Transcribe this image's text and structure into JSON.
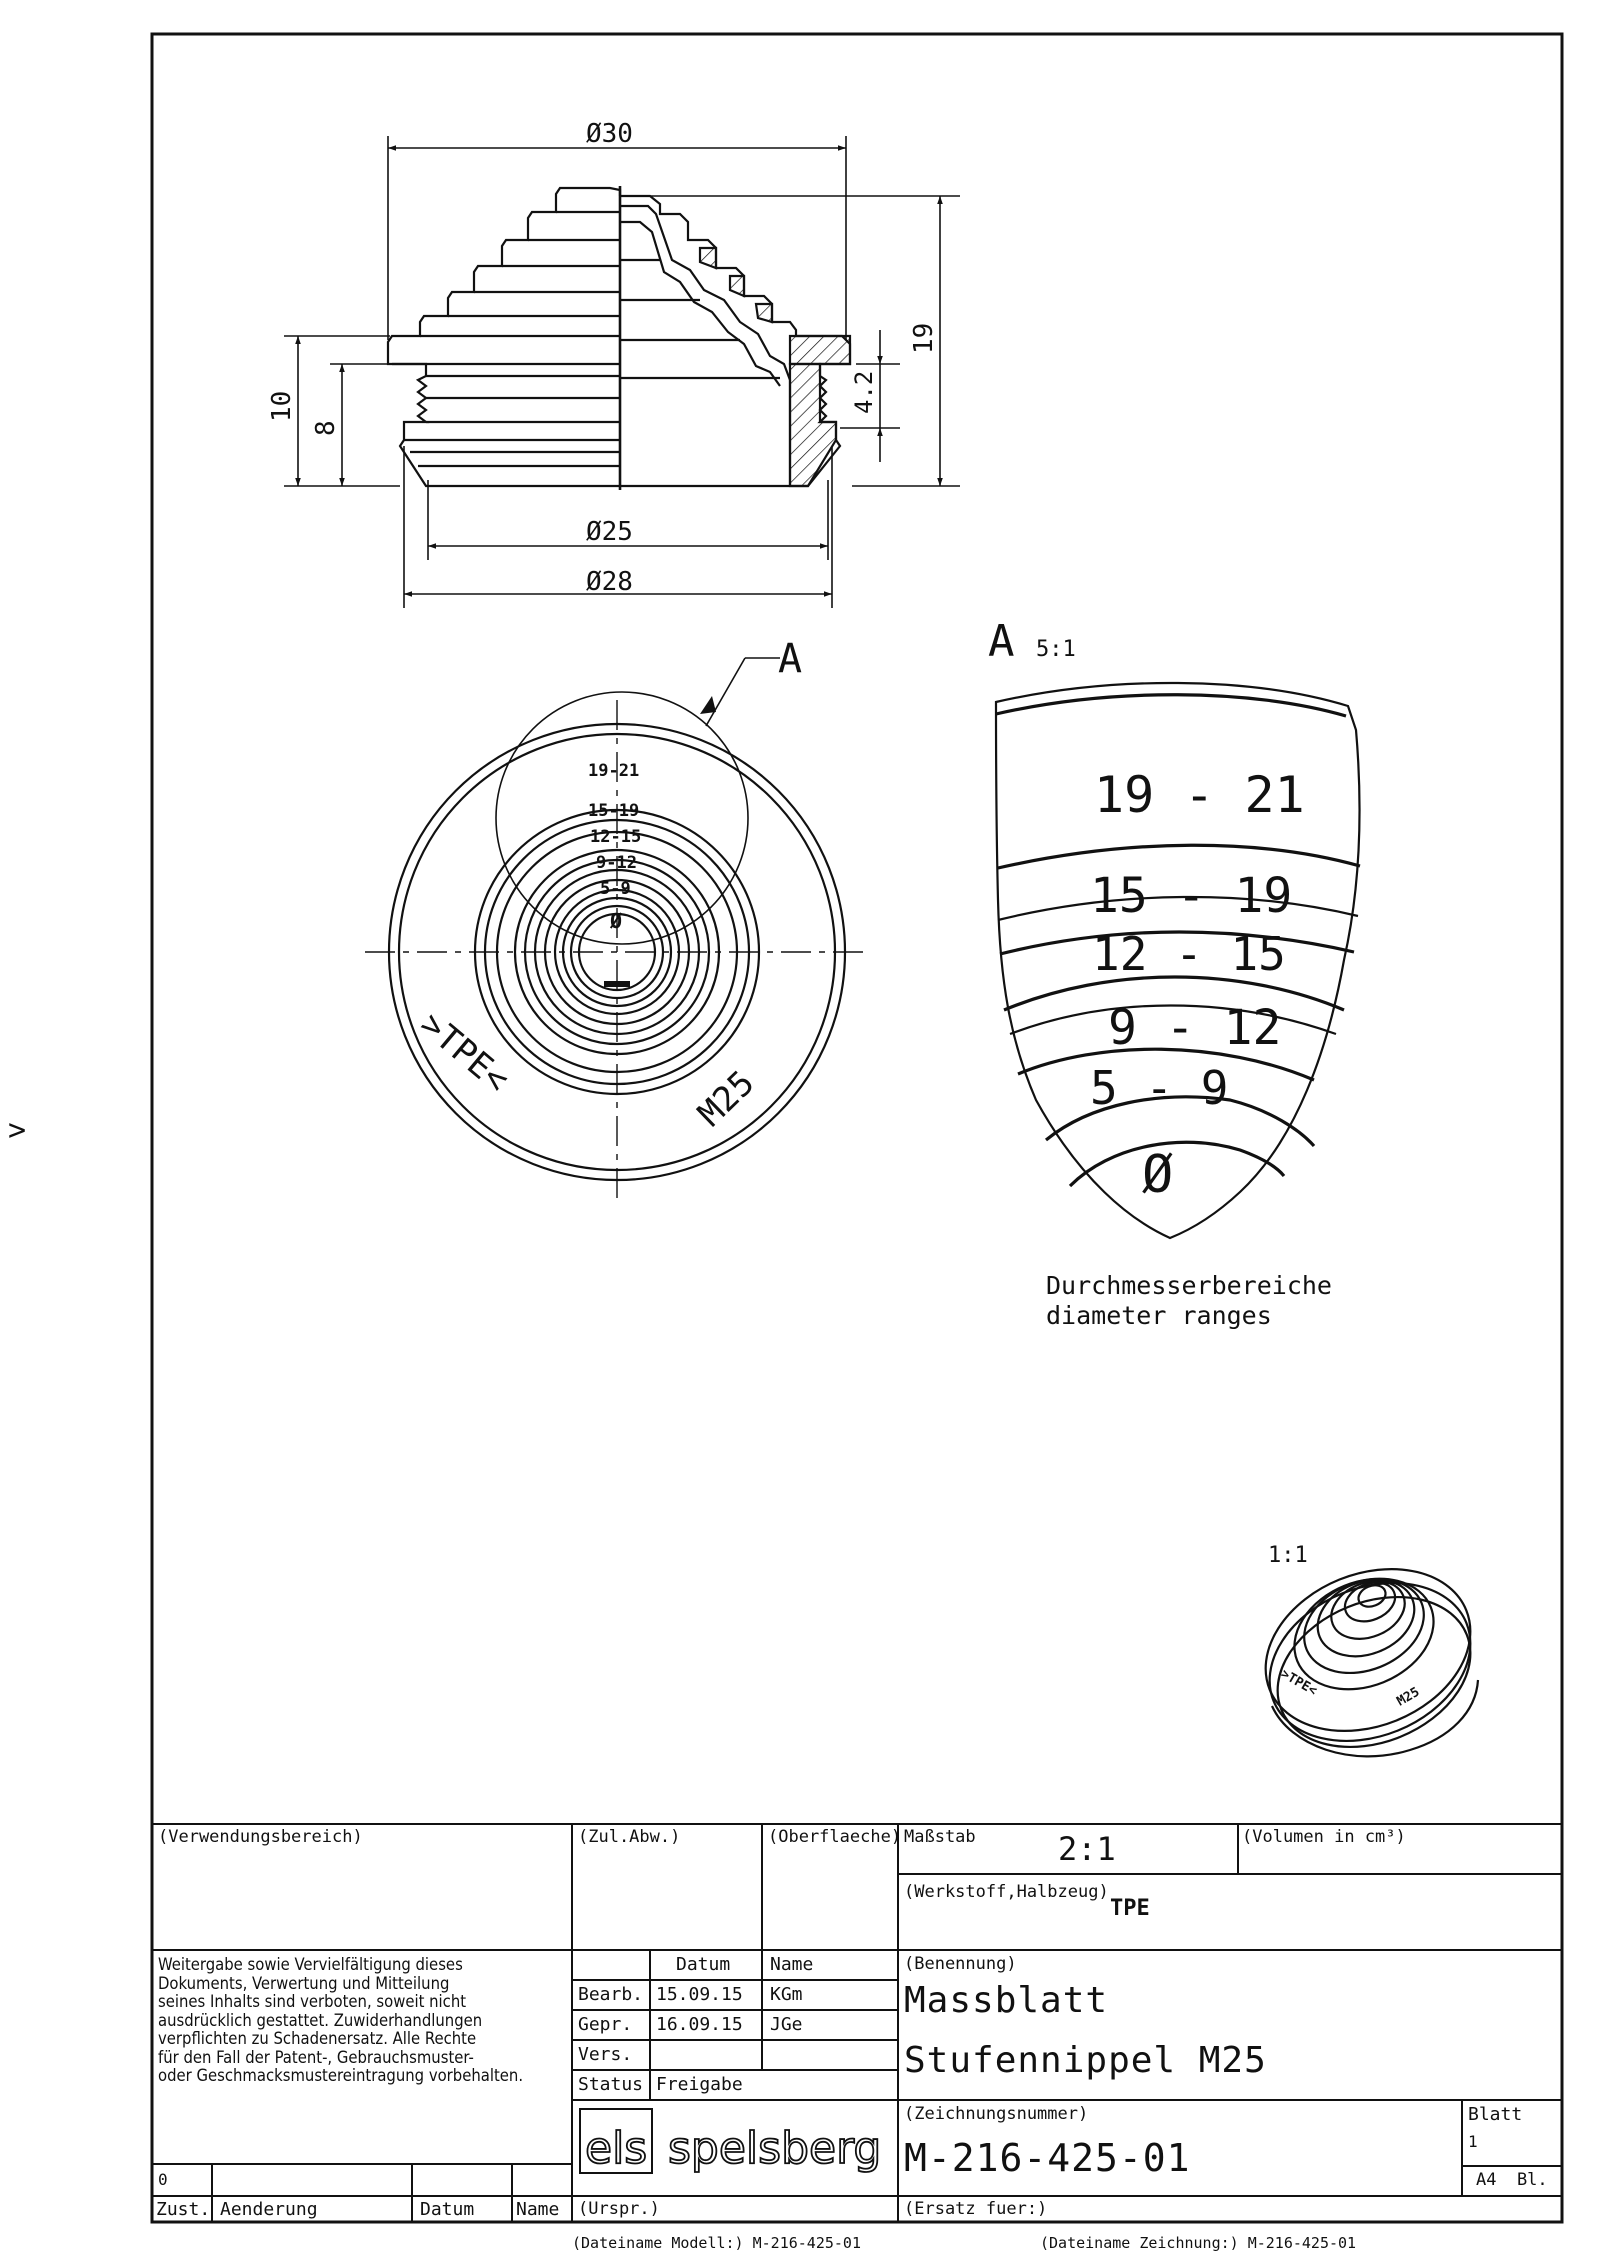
{
  "drawing": {
    "dimensions": {
      "d30": "Ø30",
      "d25": "Ø25",
      "d28": "Ø28",
      "h19": "19",
      "h10": "10",
      "h8": "8",
      "h4_2": "4.2"
    },
    "detail_callout": "A",
    "detail_title": "A",
    "detail_scale": "5:1",
    "iso_scale": "1:1",
    "ring_labels": [
      "19 - 21",
      "15 - 19",
      "12 - 15",
      "9 - 12",
      "5 - 9",
      "Ø"
    ],
    "plan_labels": [
      "19-21",
      "15-19",
      "12-15",
      "9-12",
      "5-9",
      "Ø"
    ],
    "bottom_text_left": ">TPE<",
    "bottom_text_right": "M25",
    "iso_label_left": ">TPE<",
    "iso_label_right": "M25",
    "caption_de": "Durchmesserbereiche",
    "caption_en": "diameter ranges",
    "side_mark": ">"
  },
  "title_block": {
    "verwendungsbereich": "(Verwendungsbereich)",
    "zul_abw": "(Zul.Abw.)",
    "oberflaeche": "(Oberflaeche)",
    "massstab_label": "Maßstab",
    "massstab_value": "2:1",
    "volumen": "(Volumen in cm³)",
    "werkstoff_label": "(Werkstoff,Halbzeug)",
    "werkstoff_value": "TPE",
    "notice": [
      "Weitergabe sowie Vervielfältigung dieses",
      "Dokuments, Verwertung und Mitteilung",
      "seines Inhalts sind verboten, soweit nicht",
      "ausdrücklich gestattet. Zuwiderhandlungen",
      "verpflichten zu Schadenersatz. Alle Rechte",
      "für den Fall der Patent-, Gebrauchsmuster-",
      "oder Geschmacksmustereintragung vorbehalten."
    ],
    "col_datum": "Datum",
    "col_name": "Name",
    "bearb_label": "Bearb.",
    "bearb_date": "15.09.15",
    "bearb_name": "KGm",
    "gepr_label": "Gepr.",
    "gepr_date": "16.09.15",
    "gepr_name": "JGe",
    "vers_label": "Vers.",
    "status_label": "Status",
    "status_value": "Freigabe",
    "benennung_label": "(Benennung)",
    "title1": "Massblatt",
    "title2": "Stufennippel M25",
    "zeichnungsnummer_label": "(Zeichnungsnummer)",
    "zeichnungsnummer": "M-216-425-01",
    "blatt_label": "Blatt",
    "blatt_value": "1",
    "format": "A4  Bl.",
    "rev_index": "0",
    "zust": "Zust.",
    "aenderung": "Aenderung",
    "datum": "Datum",
    "name": "Name",
    "urspr": "(Urspr.)",
    "ersatz": "(Ersatz fuer:)",
    "logo_left": "els",
    "logo_right": "spelsberg",
    "file_model": "(Dateiname Modell:) M-216-425-01",
    "file_drawing": "(Dateiname Zeichnung:) M-216-425-01"
  }
}
